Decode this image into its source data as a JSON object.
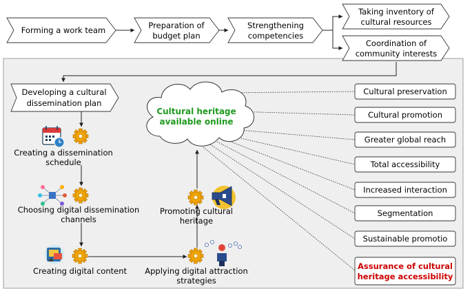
{
  "flow": {
    "step1": "Forming a work team",
    "step2_line1": "Preparation of",
    "step2_line2": "budget plan",
    "step3_line1": "Strengthening",
    "step3_line2": "competencies",
    "step4a_line1": "Taking inventory of",
    "step4a_line2": "cultural resources",
    "step4b_line1": "Coordination of",
    "step4b_line2": "community interests",
    "step5_line1": "Developing a cultural",
    "step5_line2": "dissemination plan"
  },
  "process": {
    "schedule_line1": "Creating a dissemination",
    "schedule_line2": "schedule",
    "channels_line1": "Choosing digital dissemination",
    "channels_line2": "channels",
    "content": "Creating digital content",
    "attraction_line1": "Applying digital attraction",
    "attraction_line2": "strategies",
    "promoting_line1": "Promoting cultural",
    "promoting_line2": "heritage"
  },
  "cloud": {
    "line1": "Cultural heritage",
    "line2": "available online",
    "color": "#1e9a1e"
  },
  "outcomes": [
    "Cultural preservation",
    "Cultural promotion",
    "Greater global reach",
    "Total accessibility",
    "Increased interaction",
    "Segmentation",
    "Sustainable promotio"
  ],
  "final_outcome": {
    "line1": "Assurance of cultural",
    "line2": "heritage accessibility",
    "color": "#cc0000"
  },
  "icons": {
    "gear": "gear-icon",
    "calendar": "calendar-clock-icon",
    "network": "network-channels-icon",
    "content": "digital-content-icon",
    "attraction": "attraction-strategy-icon",
    "megaphone": "megaphone-icon"
  },
  "colors": {
    "panel": "#efefef",
    "gear": "#f0a500"
  }
}
